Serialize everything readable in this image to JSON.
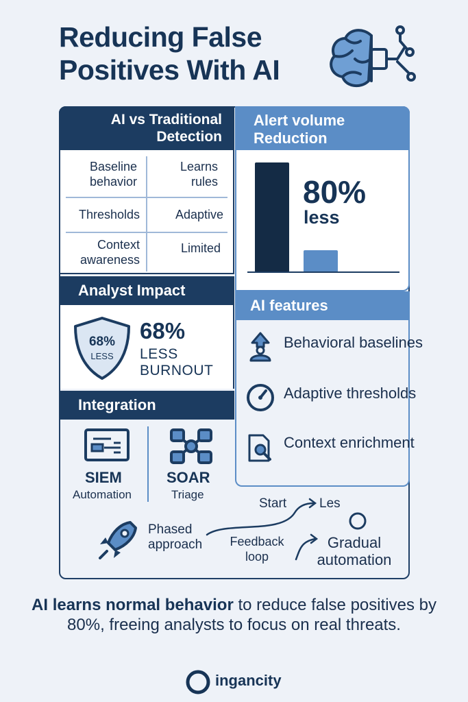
{
  "title": "Reducing False Positives With AI",
  "icons": {
    "header": "brain-circuit-icon"
  },
  "comparison": {
    "title": "AI vs Traditional Detection",
    "rows": [
      {
        "left": "Baseline behavior",
        "right": "Learns rules"
      },
      {
        "left": "Thresholds",
        "right": "Adaptive"
      },
      {
        "left": "Context awareness",
        "right": "Limited"
      }
    ]
  },
  "alert_volume": {
    "title": "Alert volume Reduction",
    "value": "80%",
    "caption": "less"
  },
  "chart_data": {
    "type": "bar",
    "categories": [
      "",
      ""
    ],
    "values": [
      100,
      20
    ],
    "ylim": [
      0,
      100
    ],
    "colors": [
      "#142b45",
      "#5b8dc6"
    ],
    "title": "",
    "xlabel": "",
    "ylabel": ""
  },
  "analyst_impact": {
    "title": "Analyst Impact",
    "badge_value": "68%",
    "badge_caption": "LESS",
    "stat_value": "68%",
    "stat_line1": "LESS",
    "stat_line2": "BURNOUT"
  },
  "integration": {
    "title": "Integration",
    "items": [
      {
        "name": "SIEM",
        "sub": "Automation",
        "icon": "dashboard-icon"
      },
      {
        "name": "SOAR",
        "sub": "Triage",
        "icon": "network-nodes-icon"
      }
    ]
  },
  "features": {
    "title": "AI features",
    "items": [
      {
        "label": "Behavioral baselines",
        "icon": "user-arrow-icon"
      },
      {
        "label": "Adaptive thresholds",
        "icon": "gauge-icon"
      },
      {
        "label": "Context enrichment",
        "icon": "document-search-icon"
      }
    ]
  },
  "rollout": {
    "phase": "Phased approach",
    "start": "Start",
    "les": "Les",
    "feedback": "Feedback loop",
    "gradual": "Gradual automation"
  },
  "summary": {
    "bold": "AI learns normal behavior",
    "rest": " to reduce false positives by 80%, freeing analysts to focus on real threats."
  },
  "brand": {
    "name": "ingancity"
  },
  "colors": {
    "navy": "#1c3c61",
    "blue": "#5b8dc6",
    "background": "#eef2f8"
  }
}
